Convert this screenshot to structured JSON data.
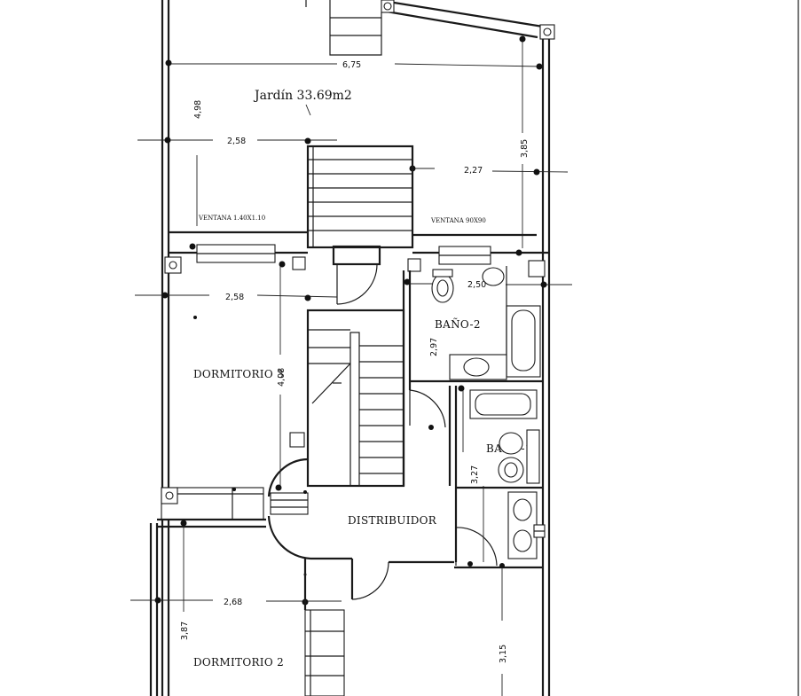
{
  "rooms": {
    "garden": "Jardín 33.69m2",
    "bedroom3": "DORMITORIO 3",
    "bedroom2": "DORMITORIO 2",
    "bath2": "BAÑO-2",
    "bath1": "BAÑO-1",
    "hall": "DISTRIBUIDOR"
  },
  "windows": {
    "left": "VENTANA 1.40X1.10",
    "right": "VENTANA 90X90"
  },
  "dimensions": {
    "garden_width": "6,75",
    "garden_height": "4,98",
    "garden_left_width": "2,58",
    "garden_right_height": "3,85",
    "garden_right_width": "2,27",
    "bedroom3_width": "2,58",
    "bedroom3_height": "4,08",
    "bath2_width": "2,50",
    "bath2_height": "2,97",
    "bath1_height": "3,27",
    "bedroom2_width": "2,68",
    "bedroom2_height": "3,87",
    "right_room_height": "3,15"
  }
}
